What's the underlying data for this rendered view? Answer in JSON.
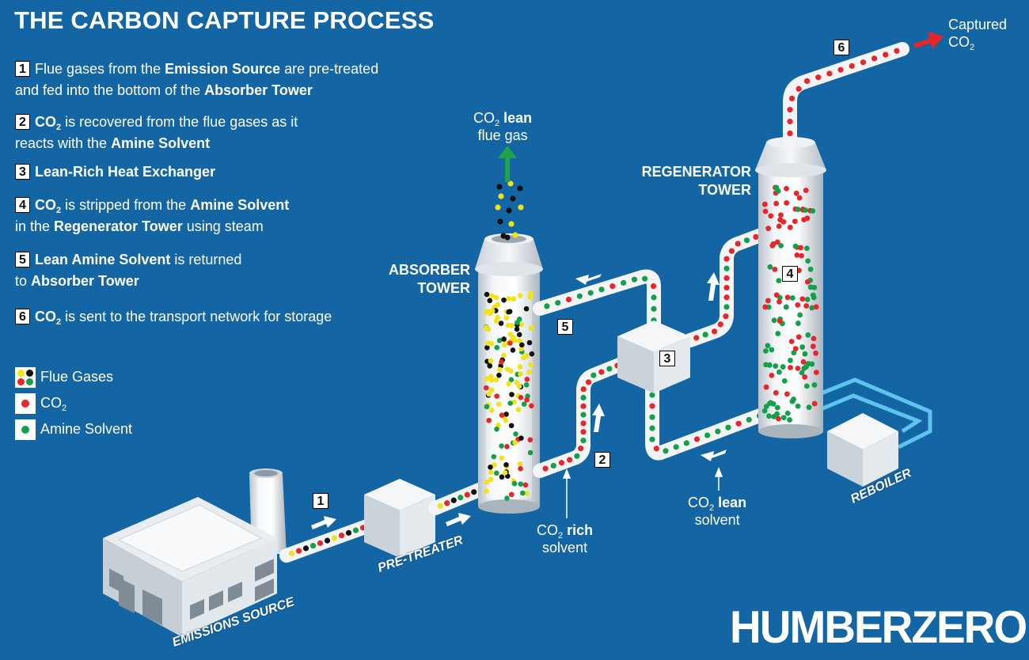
{
  "title": "THE CARBON CAPTURE PROCESS",
  "steps": [
    {
      "num": "1",
      "parts": [
        [
          "Flue gases from the ",
          0
        ],
        [
          "Emission Source",
          1
        ],
        [
          " are pre-treated",
          0
        ]
      ],
      "line2": [
        [
          "and fed into the bottom of the ",
          0
        ],
        [
          "Absorber Tower",
          1
        ]
      ]
    },
    {
      "num": "2",
      "parts": [
        [
          "CO",
          1
        ],
        [
          "2",
          1,
          "sub"
        ],
        [
          " is recovered from the flue gases as it",
          0
        ]
      ],
      "line2": [
        [
          "reacts with the ",
          0
        ],
        [
          "Amine Solvent",
          1
        ]
      ]
    },
    {
      "num": "3",
      "parts": [
        [
          "Lean-Rich Heat Exchanger",
          1
        ]
      ],
      "line2": []
    },
    {
      "num": "4",
      "parts": [
        [
          "CO",
          1
        ],
        [
          "2",
          1,
          "sub"
        ],
        [
          " is stripped from the ",
          0
        ],
        [
          "Amine Solvent",
          1
        ]
      ],
      "line2": [
        [
          "in the ",
          0
        ],
        [
          "Regenerator Tower",
          1
        ],
        [
          " using steam",
          0
        ]
      ]
    },
    {
      "num": "5",
      "parts": [
        [
          "Lean Amine Solvent",
          1
        ],
        [
          " is returned",
          0
        ]
      ],
      "line2": [
        [
          "to ",
          0
        ],
        [
          "Absorber Tower",
          1
        ]
      ]
    },
    {
      "num": "6",
      "parts": [
        [
          "CO",
          1
        ],
        [
          "2",
          1,
          "sub"
        ],
        [
          " is sent to the transport network for storage",
          0
        ]
      ],
      "line2": []
    }
  ],
  "legend": {
    "flue_gases": "Flue Gases",
    "co2": "CO",
    "co2_sub": "2",
    "amine": "Amine Solvent"
  },
  "labels": {
    "co2_lean_flue_1": "CO",
    "co2_lean_flue_sub": "2",
    "co2_lean_flue_bold": "lean",
    "co2_lean_flue_2": "flue gas",
    "absorber_1": "ABSORBER",
    "absorber_2": "TOWER",
    "regenerator_1": "REGENERATOR",
    "regenerator_2": "TOWER",
    "captured_1": "Captured",
    "captured_2": "CO",
    "captured_sub": "2",
    "rich_1": "CO",
    "rich_sub": "2",
    "rich_bold": "rich",
    "rich_2": "solvent",
    "lean_1": "CO",
    "lean_sub": "2",
    "lean_bold": "lean",
    "lean_2": "solvent",
    "pre_treater": "PRE-TREATER",
    "emissions_source": "EMISSIONS SOURCE",
    "reboiler": "REBOILER"
  },
  "tags": {
    "t1": "1",
    "t2": "2",
    "t3": "3",
    "t4": "4",
    "t5": "5",
    "t6": "6"
  },
  "logo": "HUMBERZERO",
  "colors": {
    "background": "#1465a3",
    "co2": "#e8262a",
    "amine": "#14a04a",
    "flue_yellow": "#f2e218",
    "flue_black": "#111111",
    "arrow_green": "#22a24b",
    "arrow_red": "#e8262a",
    "reboiler_loop": "#5fc3ee"
  }
}
